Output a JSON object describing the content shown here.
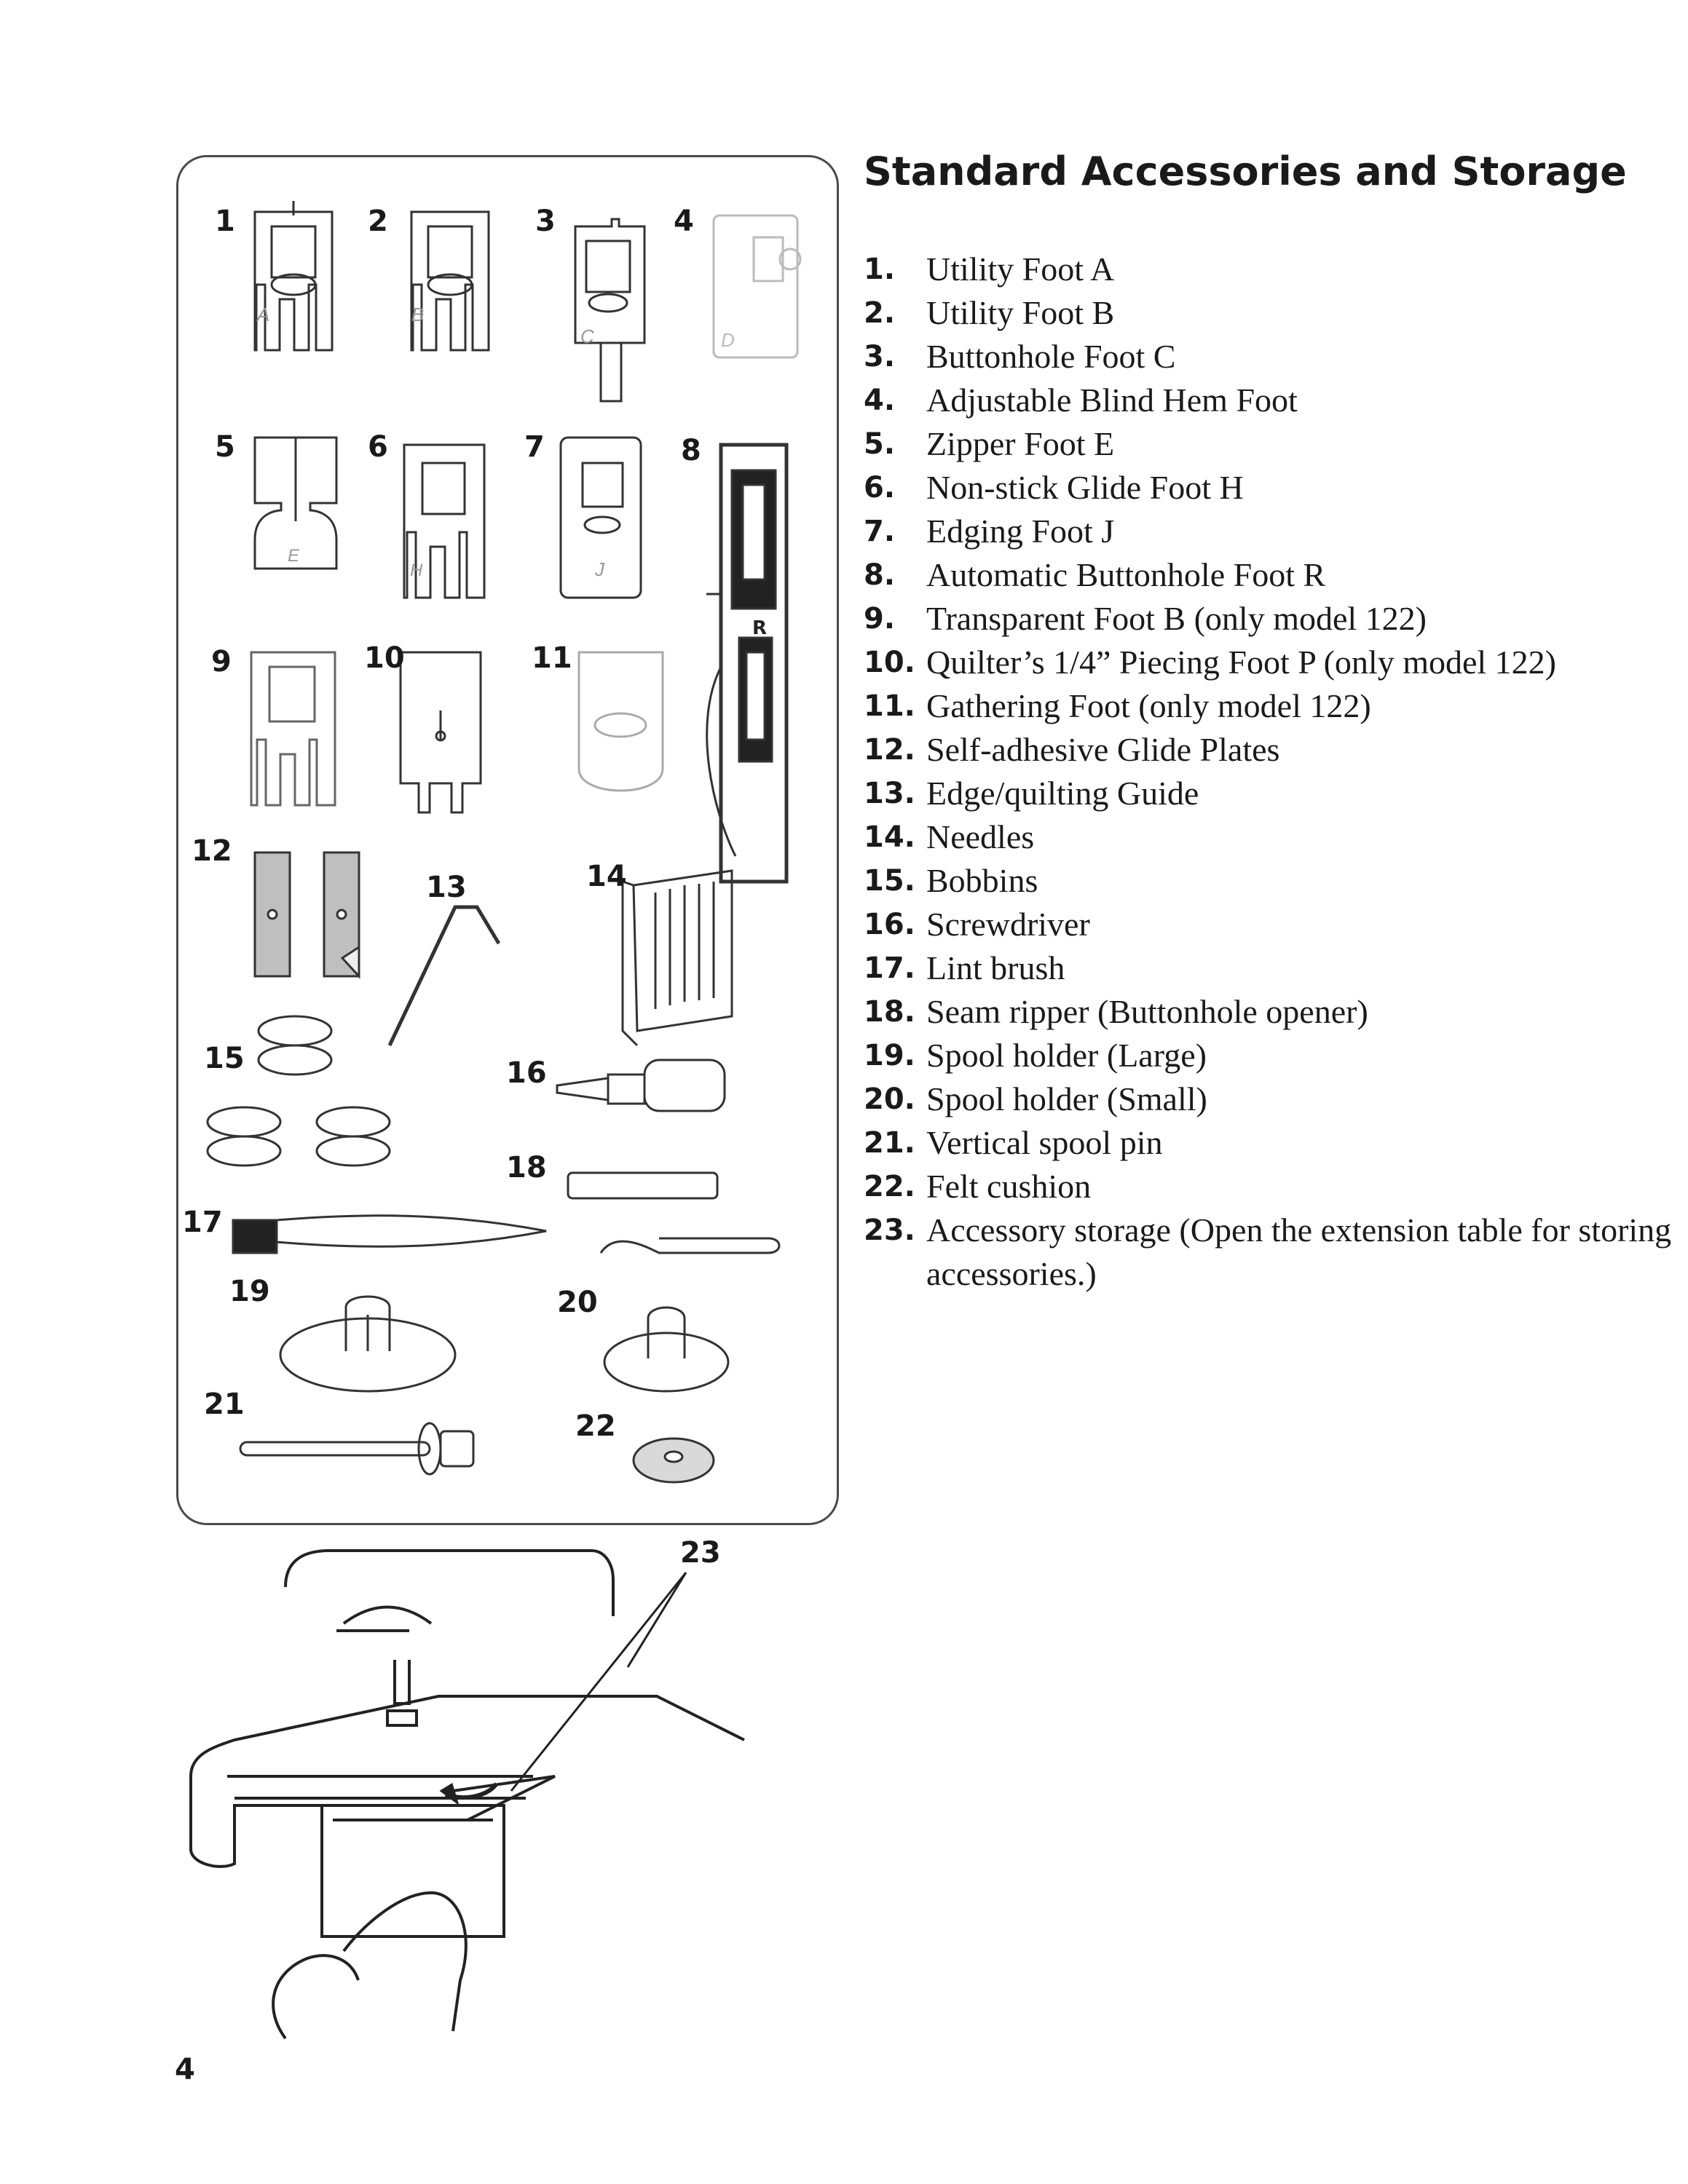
{
  "heading": "Standard Accessories and Storage",
  "items": [
    {
      "num": "1.",
      "label": "Utility Foot A"
    },
    {
      "num": "2.",
      "label": "Utility Foot B"
    },
    {
      "num": "3.",
      "label": "Buttonhole Foot C"
    },
    {
      "num": "4.",
      "label": "Adjustable Blind Hem Foot"
    },
    {
      "num": "5.",
      "label": "Zipper Foot E"
    },
    {
      "num": "6.",
      "label": "Non-stick Glide Foot H"
    },
    {
      "num": "7.",
      "label": "Edging Foot J"
    },
    {
      "num": "8.",
      "label": "Automatic Buttonhole Foot R"
    },
    {
      "num": "9.",
      "label": "Transparent Foot B (only model 122)"
    },
    {
      "num": "10.",
      "label": "Quilter’s 1/4” Piecing Foot P (only model 122)"
    },
    {
      "num": "11.",
      "label": "Gathering Foot (only model 122)"
    },
    {
      "num": "12.",
      "label": "Self-adhesive Glide Plates"
    },
    {
      "num": "13.",
      "label": "Edge/quilting Guide"
    },
    {
      "num": "14.",
      "label": "Needles"
    },
    {
      "num": "15.",
      "label": "Bobbins"
    },
    {
      "num": "16.",
      "label": "Screwdriver"
    },
    {
      "num": "17.",
      "label": "Lint brush"
    },
    {
      "num": "18.",
      "label": "Seam ripper (Buttonhole opener)"
    },
    {
      "num": "19.",
      "label": "Spool holder (Large)"
    },
    {
      "num": "20.",
      "label": "Spool holder (Small)"
    },
    {
      "num": "21.",
      "label": "Vertical spool pin"
    },
    {
      "num": "22.",
      "label": "Felt cushion"
    },
    {
      "num": "23.",
      "label": "Accessory storage (Open the extension table for storing accessories.)"
    }
  ],
  "figure": {
    "callouts": [
      "1",
      "2",
      "3",
      "4",
      "5",
      "6",
      "7",
      "8",
      "9",
      "10",
      "11",
      "12",
      "13",
      "14",
      "15",
      "16",
      "17",
      "18",
      "19",
      "20",
      "21",
      "22"
    ],
    "foot_letters": [
      "A",
      "B",
      "C",
      "D",
      "E",
      "H",
      "J",
      "R"
    ],
    "storage_callout": "23"
  },
  "page_number": "4"
}
